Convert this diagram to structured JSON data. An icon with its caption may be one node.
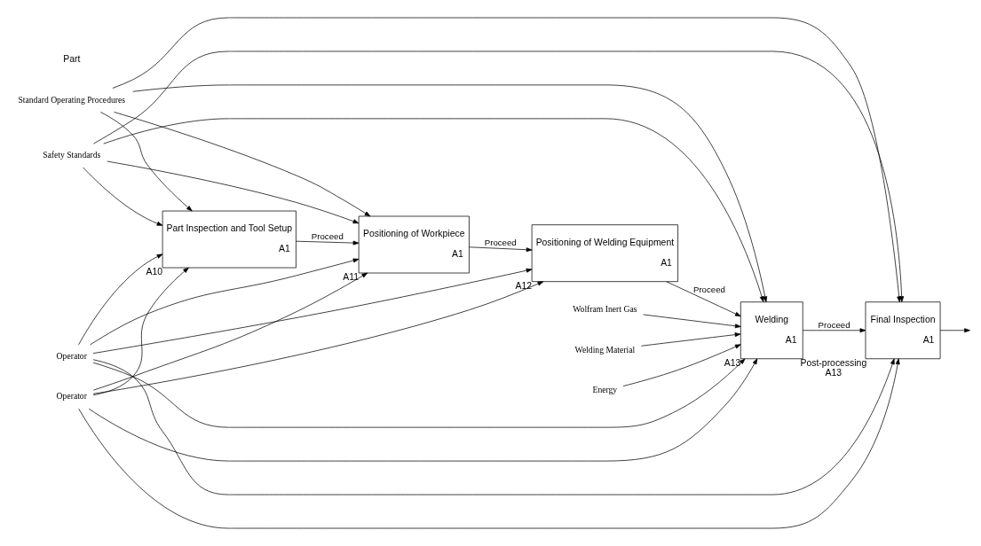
{
  "diagram": {
    "nodes": [
      {
        "text": [
          "Standard Operating Procedures"
        ]
      },
      {
        "text": [
          "Safety Standards"
        ]
      },
      {
        "text": [
          "Part Inspection and Tool Setup",
          "A1"
        ],
        "beside": [
          "A10"
        ]
      },
      {
        "text": [
          "Positioning of Workpiece",
          "A1"
        ],
        "beside": [
          "A11"
        ]
      },
      {
        "text": [
          "Positioning of Welding Equipment",
          "A1"
        ],
        "beside": [
          "A12"
        ]
      },
      {
        "text": [
          "Welding",
          "A1"
        ],
        "beside": [
          "A13"
        ]
      },
      {
        "text": [
          "Final Inspection",
          "A1"
        ],
        "beside": [
          "Post-processing",
          "A13"
        ]
      },
      {
        "text": [
          "Wolfram Inert Gas"
        ]
      },
      {
        "text": [
          "Welding Material"
        ]
      },
      {
        "text": [
          "Energy"
        ]
      },
      {
        "text": [
          "Operator"
        ]
      },
      {
        "text": [
          "Operator"
        ]
      }
    ],
    "edges": [
      {
        "from": 0,
        "to": 2,
        "arrow": "to"
      },
      {
        "from": 0,
        "to": 3,
        "arrow": "to"
      },
      {
        "from": 0,
        "to": 5,
        "arrow": "to"
      },
      {
        "from": 0,
        "to": 6,
        "arrow": "to"
      },
      {
        "from": 1,
        "to": 2,
        "arrow": "to"
      },
      {
        "from": 1,
        "to": 3,
        "arrow": "to"
      },
      {
        "from": 1,
        "to": 5,
        "arrow": "to"
      },
      {
        "from": 1,
        "to": 6,
        "arrow": "to"
      },
      {
        "from": 2,
        "to": 3,
        "arrow": "to",
        "label": "Proceed"
      },
      {
        "from": 3,
        "to": 4,
        "arrow": "to",
        "label": "Proceed"
      },
      {
        "from": 4,
        "to": 5,
        "arrow": "to",
        "label": "Proceed"
      },
      {
        "from": 5,
        "to": 6,
        "arrow": "to",
        "label": "Proceed"
      },
      {
        "from": 6,
        "to": null,
        "arrow": "to"
      },
      {
        "from": 7,
        "to": 5,
        "arrow": "to"
      },
      {
        "from": 8,
        "to": 5,
        "arrow": "to"
      },
      {
        "from": 9,
        "to": 5,
        "arrow": "to"
      },
      {
        "from": 10,
        "to": 2,
        "arrow": "to"
      },
      {
        "from": 10,
        "to": 3,
        "arrow": "to"
      },
      {
        "from": 10,
        "to": 4,
        "arrow": "to"
      },
      {
        "from": 10,
        "to": 5,
        "arrow": "to"
      },
      {
        "from": 10,
        "to": 6,
        "arrow": "to"
      },
      {
        "from": 11,
        "to": 2,
        "arrow": "to"
      },
      {
        "from": 11,
        "to": 3,
        "arrow": "to"
      },
      {
        "from": 11,
        "to": 4,
        "arrow": "to"
      },
      {
        "from": 11,
        "to": 5,
        "arrow": "to"
      },
      {
        "from": 11,
        "to": 6,
        "arrow": "to"
      }
    ],
    "labels": [
      "Part"
    ]
  }
}
